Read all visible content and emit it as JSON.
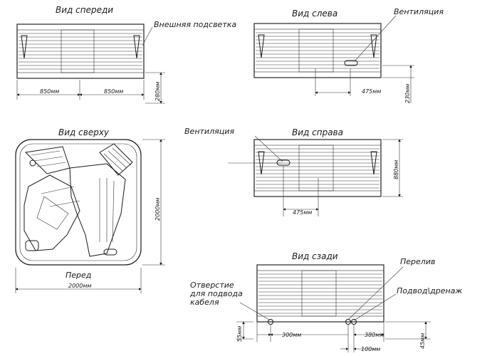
{
  "views": {
    "front": {
      "title": "Вид спереди",
      "callout": "Внешняя подсветка",
      "dim_left": "850мм",
      "dim_right": "850мм",
      "dim_height": "280мм"
    },
    "left": {
      "title": "Вид слева",
      "callout": "Вентиляция",
      "dim_width": "475мм",
      "dim_height": "230мм"
    },
    "top": {
      "title": "Вид сверху",
      "front_label": "Перед",
      "dim_width": "2000мм",
      "dim_height": "2000мм"
    },
    "right": {
      "title": "Вид справа",
      "callout": "Вентиляция",
      "dim_width": "475мм",
      "dim_height": "880мм"
    },
    "back": {
      "title": "Вид сзади",
      "callout_overflow": "Перелив",
      "callout_cable": [
        "Отверстие",
        "для подвода",
        "кабеля"
      ],
      "callout_drain": "Подвод\\дренаж",
      "dim_left": "300мм",
      "dim_right": "380мм",
      "dim_bottom": "100мм",
      "dim_height_left": "55мм",
      "dim_height_right": "45мм"
    }
  },
  "colors": {
    "line": "#1a1a1a",
    "background": "#ffffff"
  }
}
